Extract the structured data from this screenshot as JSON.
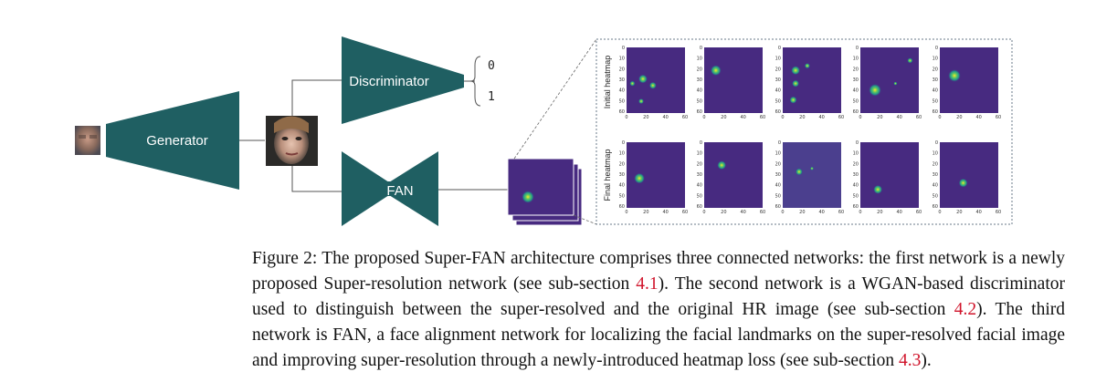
{
  "figure": {
    "networks": {
      "generator": "Generator",
      "discriminator": "Discriminator",
      "fan": "FAN"
    },
    "outputs": [
      "0",
      "1"
    ],
    "rows": [
      "Initial heatmap",
      "Final heatmap"
    ],
    "axis_ticks": [
      "0",
      "10",
      "20",
      "30",
      "40",
      "50",
      "60"
    ],
    "x_ticks": [
      "0",
      "20",
      "40",
      "60"
    ],
    "colors": {
      "network": "#1f5f62",
      "heatmap_bg": "#472a80",
      "hot": "#7fd34e"
    }
  },
  "caption": {
    "prefix": "Figure 2: The proposed Super-FAN architecture comprises three connected networks: the first network is a newly proposed Super-resolution network (see sub-section ",
    "ref1": "4.1",
    "mid1": "). The second network is a WGAN-based discriminator used to distinguish between the super-resolved and the original HR image (see sub-section ",
    "ref2": "4.2",
    "mid2": "). The third network is FAN, a face alignment network for localizing the facial landmarks on the super-resolved facial image and improving super-resolution through a newly-introduced heatmap loss (see sub-section ",
    "ref3": "4.3",
    "suffix": ")."
  }
}
